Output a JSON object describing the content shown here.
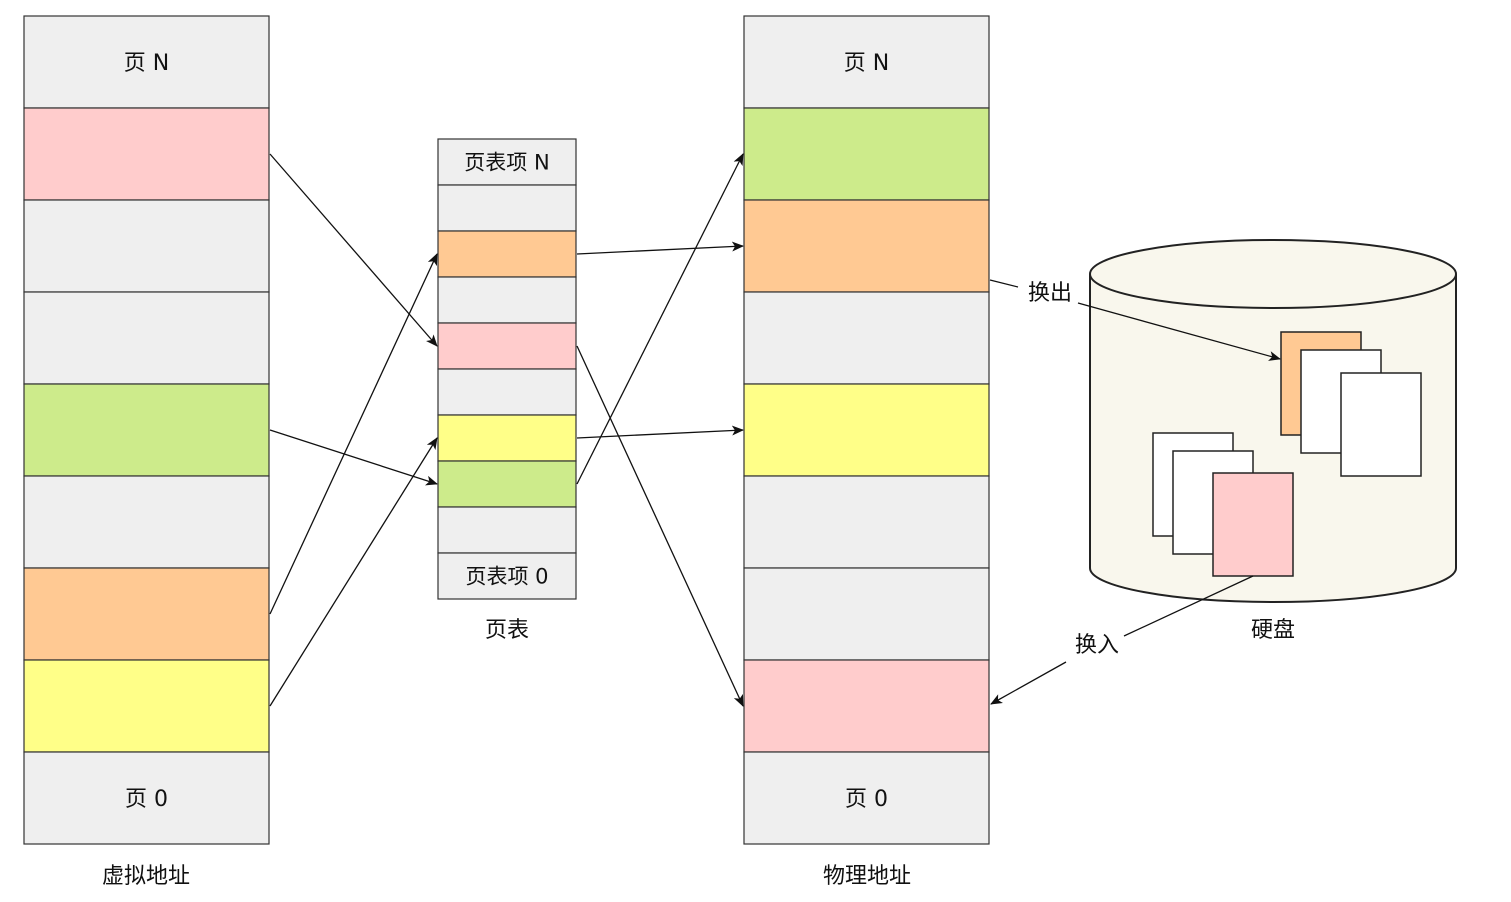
{
  "colors": {
    "gray": "#efefef",
    "pink": "#ffcccc",
    "green": "#cdeb8b",
    "orange": "#ffc993",
    "yellow": "#ffff88",
    "white": "#ffffff",
    "disk_fill": "#f9f7ed",
    "line": "#111111"
  },
  "virtual_memory": {
    "label": "虚拟地址",
    "cells": [
      {
        "color": "gray",
        "text": "页 N"
      },
      {
        "color": "pink",
        "text": ""
      },
      {
        "color": "gray",
        "text": ""
      },
      {
        "color": "gray",
        "text": ""
      },
      {
        "color": "green",
        "text": ""
      },
      {
        "color": "gray",
        "text": ""
      },
      {
        "color": "orange",
        "text": ""
      },
      {
        "color": "yellow",
        "text": ""
      },
      {
        "color": "gray",
        "text": "页 0"
      }
    ]
  },
  "page_table": {
    "label": "页表",
    "cells": [
      {
        "color": "gray",
        "text": "页表项 N"
      },
      {
        "color": "gray",
        "text": ""
      },
      {
        "color": "orange",
        "text": ""
      },
      {
        "color": "gray",
        "text": ""
      },
      {
        "color": "pink",
        "text": ""
      },
      {
        "color": "gray",
        "text": ""
      },
      {
        "color": "yellow",
        "text": ""
      },
      {
        "color": "green",
        "text": ""
      },
      {
        "color": "gray",
        "text": ""
      },
      {
        "color": "gray",
        "text": "页表项 0"
      }
    ]
  },
  "physical_memory": {
    "label": "物理地址",
    "cells": [
      {
        "color": "gray",
        "text": "页 N"
      },
      {
        "color": "green",
        "text": ""
      },
      {
        "color": "orange",
        "text": ""
      },
      {
        "color": "gray",
        "text": ""
      },
      {
        "color": "yellow",
        "text": ""
      },
      {
        "color": "gray",
        "text": ""
      },
      {
        "color": "gray",
        "text": ""
      },
      {
        "color": "pink",
        "text": ""
      },
      {
        "color": "gray",
        "text": "页 0"
      }
    ]
  },
  "disk": {
    "label": "硬盘",
    "swap_out_label": "换出",
    "swap_in_label": "换入",
    "pages_group_top": [
      "orange",
      "white",
      "white"
    ],
    "pages_group_bottom": [
      "white",
      "white",
      "pink"
    ]
  },
  "mappings": {
    "virtual_to_table": [
      {
        "from_cell": 1,
        "to_cell": 4
      },
      {
        "from_cell": 4,
        "to_cell": 7
      },
      {
        "from_cell": 6,
        "to_cell": 2
      },
      {
        "from_cell": 7,
        "to_cell": 6
      }
    ],
    "table_to_physical": [
      {
        "from_cell": 2,
        "to_cell": 2
      },
      {
        "from_cell": 4,
        "to_cell": 7
      },
      {
        "from_cell": 6,
        "to_cell": 4
      },
      {
        "from_cell": 7,
        "to_cell": 1
      }
    ]
  }
}
